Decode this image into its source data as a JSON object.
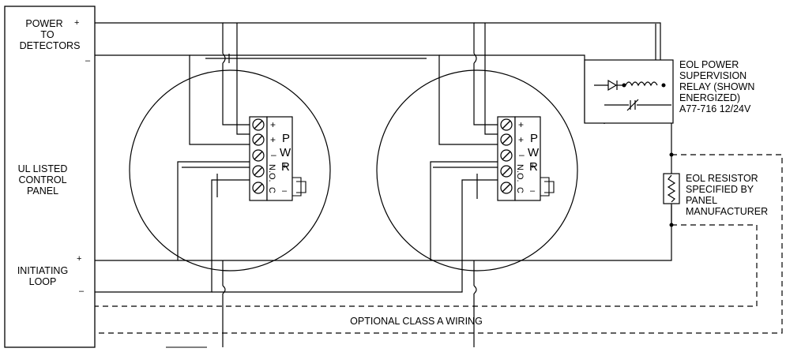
{
  "panel": {
    "power_line1": "POWER",
    "power_line2": "TO",
    "power_line3": "DETECTORS",
    "power_plus": "+",
    "power_minus": "–",
    "center_line1": "UL LISTED",
    "center_line2": "CONTROL",
    "center_line3": "PANEL",
    "loop_line1": "INITIATING",
    "loop_line2": "LOOP",
    "loop_plus": "+",
    "loop_minus": "–"
  },
  "detector": {
    "terminal_signs": [
      "+",
      "+",
      "–",
      "N.O.",
      "C"
    ],
    "pwr_letters": [
      "P",
      "W",
      "R"
    ],
    "relay_plus": "+",
    "relay_minus": "–"
  },
  "relay": {
    "line1": "EOL POWER",
    "line2": "SUPERVISION",
    "line3": "RELAY (SHOWN",
    "line4": "ENERGIZED)",
    "line5": "A77-716 12/24V"
  },
  "resistor": {
    "line1": "EOL RESISTOR",
    "line2": "SPECIFIED BY",
    "line3": "PANEL",
    "line4": "MANUFACTURER"
  },
  "optional_wiring_label": "OPTIONAL CLASS A WIRING"
}
